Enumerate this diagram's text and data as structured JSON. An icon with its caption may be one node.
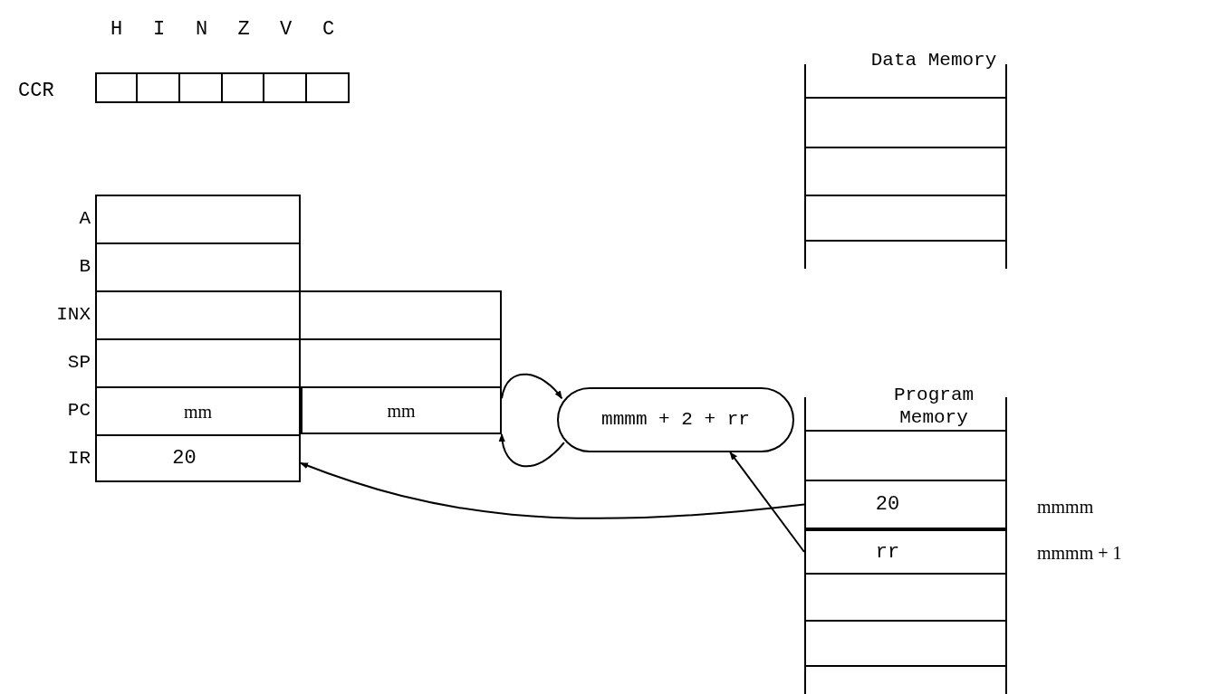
{
  "diagram": {
    "nodes": [
      {
        "text": [
          "CCR"
        ]
      },
      {
        "text": [
          "H"
        ]
      },
      {
        "text": [
          "I"
        ]
      },
      {
        "text": [
          "N"
        ]
      },
      {
        "text": [
          "Z"
        ]
      },
      {
        "text": [
          "V"
        ]
      },
      {
        "text": [
          "C"
        ]
      },
      {
        "text": [
          "A"
        ]
      },
      {
        "text": [
          "B"
        ]
      },
      {
        "text": [
          "INX"
        ]
      },
      {
        "text": [
          "SP"
        ]
      },
      {
        "text": [
          "PC"
        ]
      },
      {
        "text": [
          "mm"
        ],
        "in": 11
      },
      {
        "text": [
          "mm"
        ],
        "in": 11
      },
      {
        "text": [
          "IR",
          "20"
        ]
      },
      {
        "text": [
          "mmmm + 2 + rr"
        ]
      },
      {
        "text": [
          "Data Memory"
        ]
      },
      {
        "text": [
          "Program Memory"
        ]
      },
      {
        "text": [
          "20"
        ],
        "in": 17,
        "beside": [
          "mmmm"
        ]
      },
      {
        "text": [
          "rr"
        ],
        "in": 17,
        "beside": [
          "mmmm + 1"
        ]
      }
    ],
    "edges": [
      {
        "from": 13,
        "to": 15,
        "arrow": "to"
      },
      {
        "from": 15,
        "to": 13,
        "arrow": "to"
      },
      {
        "from": 18,
        "to": 14,
        "arrow": "to"
      },
      {
        "from": 19,
        "to": 15,
        "arrow": "to"
      }
    ]
  }
}
